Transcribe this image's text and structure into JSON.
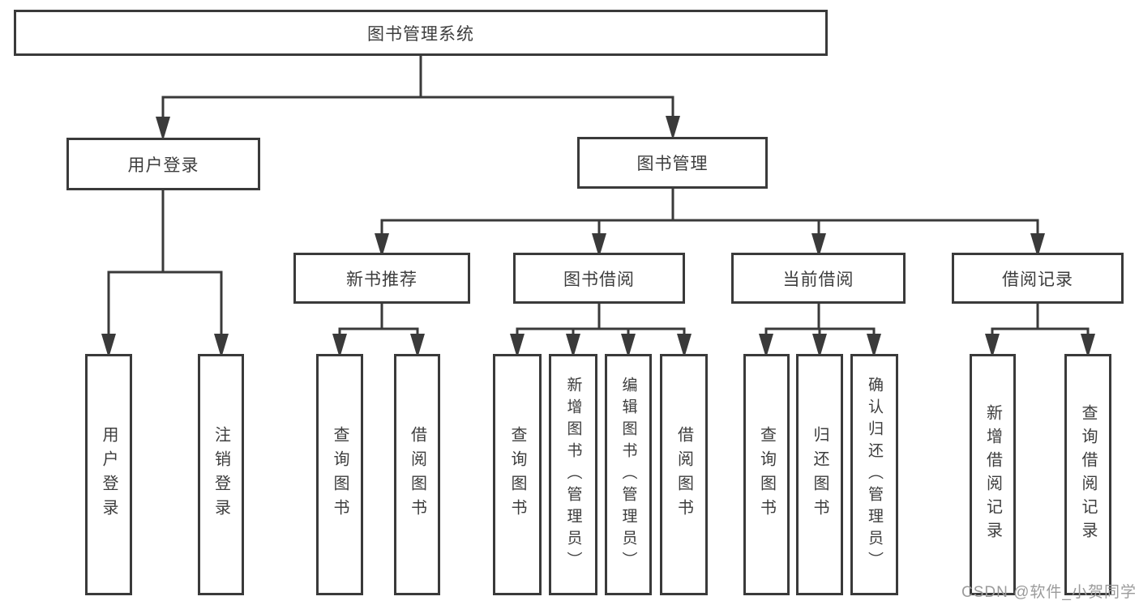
{
  "tree": {
    "root": {
      "label": "图书管理系统"
    },
    "branches": [
      {
        "label": "用户登录",
        "children": [
          {
            "label": "用户登录"
          },
          {
            "label": "注销登录"
          }
        ]
      },
      {
        "label": "图书管理",
        "children": [
          {
            "label": "新书推荐",
            "children": [
              {
                "label": "查询图书"
              },
              {
                "label": "借阅图书"
              }
            ]
          },
          {
            "label": "图书借阅",
            "children": [
              {
                "label": "查询图书"
              },
              {
                "label": "新增图书（管理员）"
              },
              {
                "label": "编辑图书（管理员）"
              },
              {
                "label": "借阅图书"
              }
            ]
          },
          {
            "label": "当前借阅",
            "children": [
              {
                "label": "查询图书"
              },
              {
                "label": "归还图书"
              },
              {
                "label": "确认归还（管理员）"
              }
            ]
          },
          {
            "label": "借阅记录",
            "children": [
              {
                "label": "新增借阅记录"
              },
              {
                "label": "查询借阅记录"
              }
            ]
          }
        ]
      }
    ]
  },
  "watermark": {
    "text": "CSDN @软件_小贺同学"
  },
  "colors": {
    "line": "#3a3a3a",
    "node_text": "#3d3d3d",
    "watermark_text": "#9b9b9b",
    "background": "#ffffff"
  }
}
